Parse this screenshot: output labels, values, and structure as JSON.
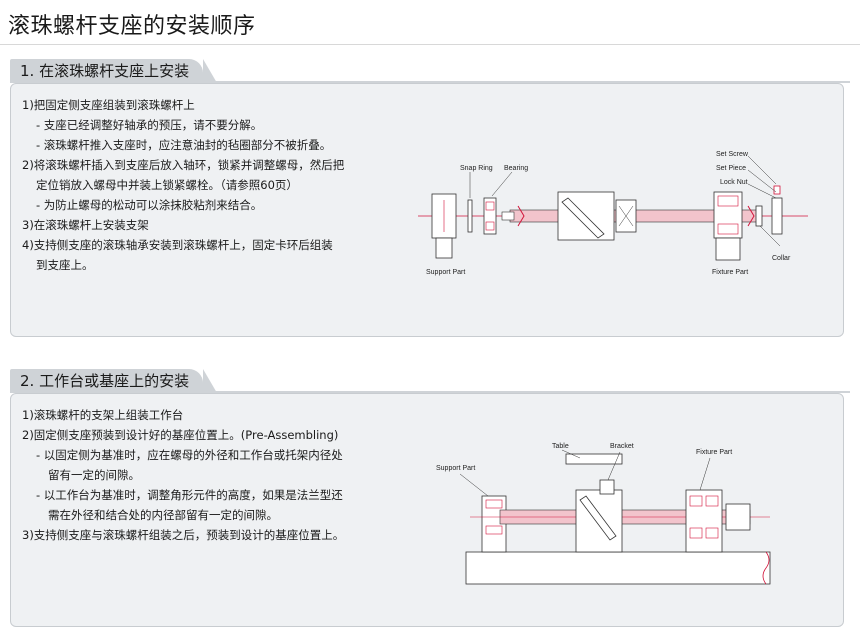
{
  "page_title": "滚珠螺杆支座的安装顺序",
  "section1": {
    "heading": "1. 在滚珠螺杆支座上安装",
    "lines": [
      "1)把固定侧支座组装到滚珠螺杆上",
      "- 支座已经调整好轴承的预压，请不要分解。",
      "- 滚珠螺杆推入支座时，应注意油封的毡圈部分不被折叠。",
      "2)将滚珠螺杆插入到支座后放入轴环，锁紧并调整螺母，然后把",
      "定位销放入螺母中并装上锁紧螺栓。（请参照60页）",
      "- 为防止螺母的松动可以涂抹胶粘剂来结合。",
      "3)在滚珠螺杆上安装支架",
      "4)支持侧支座的滚珠轴承安装到滚珠螺杆上，固定卡环后组装",
      "到支座上。"
    ],
    "diagram_labels": {
      "snap_ring": "Snap Ring",
      "bearing": "Bearing",
      "support_part": "Support Part",
      "fixture_part": "Fixture Part",
      "set_screw": "Set Screw",
      "set_piece": "Set Piece",
      "lock_nut": "Lock Nut",
      "collar": "Collar"
    }
  },
  "section2": {
    "heading": "2. 工作台或基座上的安装",
    "lines": [
      "1)滚珠螺杆的支架上组装工作台",
      "2)固定侧支座预装到设计好的基座位置上。(Pre-Assembling)",
      "- 以固定侧为基准时，应在螺母的外径和工作台或托架内径处",
      "留有一定的间隙。",
      "- 以工作台为基准时，调整角形元件的高度，如果是法兰型还",
      "需在外径和结合处的内径部留有一定的间隙。",
      "3)支持侧支座与滚珠螺杆组装之后，预装到设计的基座位置上。"
    ],
    "diagram_labels": {
      "table": "Table",
      "bracket": "Bracket",
      "support_part": "Support Part",
      "fixture_part": "Fixture Part"
    }
  },
  "colors": {
    "tab_bg": "#cfd3d7",
    "panel_bg": "#eff1f3",
    "shaft_pink": "#f2c4cc",
    "centerline_red": "#d2143a"
  }
}
